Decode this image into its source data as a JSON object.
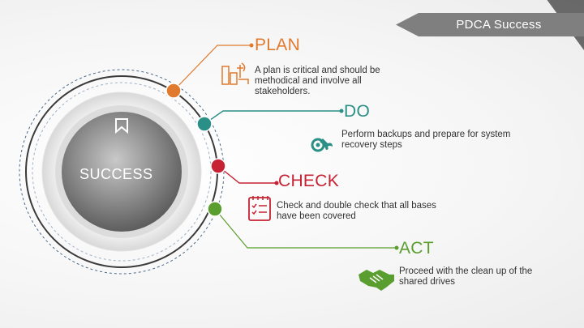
{
  "header": {
    "title": "PDCA Success"
  },
  "center": {
    "label": "SUCCESS"
  },
  "steps": [
    {
      "title": "PLAN",
      "desc": "A plan is critical and should be methodical and involve all stakeholders.",
      "color": "#e07a2e",
      "icon": "planning-tools-icon"
    },
    {
      "title": "DO",
      "desc": "Perform backups and prepare for system recovery steps",
      "color": "#2a8f86",
      "icon": "wrench-gear-icon"
    },
    {
      "title": "CHECK",
      "desc": "Check and double check that all bases have been covered",
      "color": "#c62233",
      "icon": "checklist-icon"
    },
    {
      "title": "ACT",
      "desc": "Proceed with the clean up of the shared drives",
      "color": "#5a9e2f",
      "icon": "handshake-icon"
    }
  ]
}
